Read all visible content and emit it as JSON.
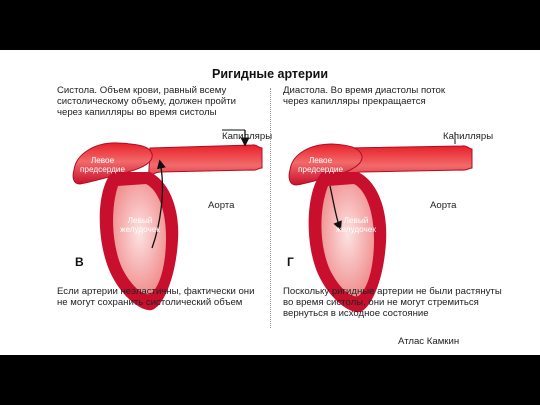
{
  "title": "Ригидные артерии",
  "left": {
    "top_text": "Систола. Объем крови, равный всему\nсистолическому объему, должен пройти\nчерез капилляры во время систолы",
    "capillaries_label": "Капилляры",
    "aorta_label": "Аорта",
    "atrium_label": "Левое\nпредсердие",
    "ventricle_label": "Левый\nжелудочек",
    "letter": "В",
    "bottom_text": "Если артерии неэластичны, фактически они\nне могут сохранить систолический объем"
  },
  "right": {
    "top_text": "Диастола. Во время диастолы поток\nчерез капилляры прекращается",
    "capillaries_label": "Капилляры",
    "aorta_label": "Аорта",
    "atrium_label": "Левое\nпредсердие",
    "ventricle_label": "Левый\nжелудочек",
    "letter": "Г",
    "bottom_text": "Поскольку ригидные артерии не были растянуты\nво время систолы, они не могут стремиться\nвернуться в исходное состояние"
  },
  "credit": "Атлас Камкин",
  "colors": {
    "tissue_dark": "#c8102e",
    "tissue_light": "#ef3b3b",
    "cavity": "#f7a6a6"
  }
}
